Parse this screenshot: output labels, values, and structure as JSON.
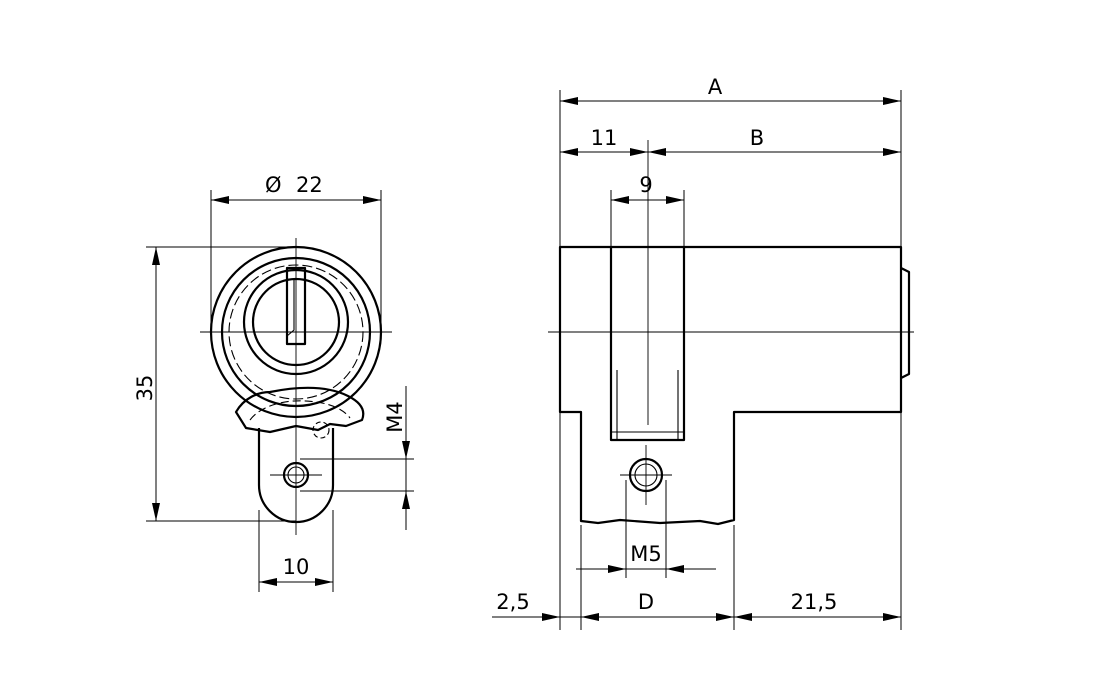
{
  "drawing": {
    "front_view": {
      "diameter_symbol": "Ø",
      "diameter_value": "22",
      "height": "35",
      "thread_small": "M4",
      "tab_width": "10"
    },
    "side_view": {
      "overall_length": "A",
      "left_part": "11",
      "right_part": "B",
      "cam_width": "9",
      "thread_large": "M5",
      "offset": "2,5",
      "mount_length": "D",
      "right_length": "21,5"
    }
  }
}
